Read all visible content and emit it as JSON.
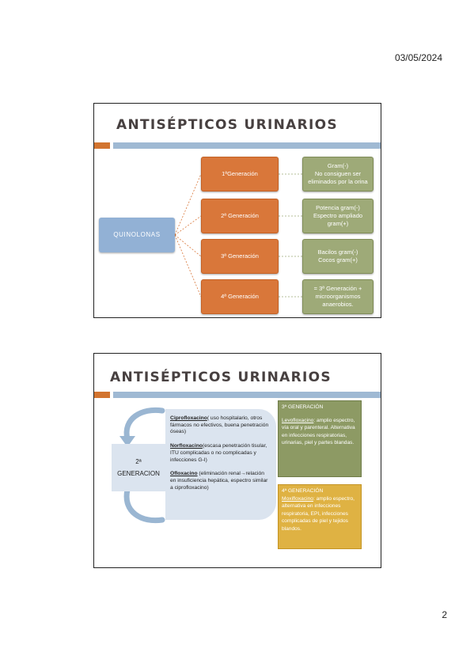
{
  "page": {
    "date": "03/05/2024",
    "number": "2"
  },
  "slide1": {
    "title": "ANTISÉPTICOS URINARIOS",
    "root": "QUINOLONAS",
    "generations": [
      "1ªGeneración",
      "2ª Generación",
      "3ª Generación",
      "4ª Generación"
    ],
    "descriptions": [
      [
        "Gram(-)",
        "No consiguen ser eliminados por la orina"
      ],
      [
        "Potencia gram(-)",
        "Espectro ampliado gram(+)"
      ],
      [
        "Bacilos gram(-)",
        "Cocos gram(+)"
      ],
      [
        "= 3ª Generación + microorganismos anaerobios."
      ]
    ],
    "colors": {
      "root": "#92b1d5",
      "generation": "#d9773a",
      "description": "#9eaa78"
    }
  },
  "slide2": {
    "title": "ANTISÉPTICOS URINARIOS",
    "generation_label": {
      "number": "2ª",
      "word": "GENERACION"
    },
    "drugs": [
      {
        "name": "Ciprofloxacino",
        "text": "( uso hospitalario, otros fármacos no efectivos, buena penetración óseas)"
      },
      {
        "name": "Norfloxacino",
        "text": "(escasa penetración tisular, ITU complicadas o no complicadas y infecciones G-I)"
      },
      {
        "name": "Ofloxacino",
        "text": " (eliminación renal→relación en insuficiencia hepática, espectro similar a ciprofloxacino)"
      }
    ],
    "third_gen": {
      "title": "3ª GENERACIÓN",
      "drug": "Levofloxacino",
      "text": ": amplio espectro, vía oral y parenteral. Alternativa en infecciones respiratorias, urinarias, piel y partes blandas."
    },
    "fourth_gen": {
      "title": "4ª GENERACIÓN",
      "drug": "Moxifloxacino",
      "text": ": amplio espectro, alternativa en infecciones respiratoria, EPI, infecciones complicadas de piel y tejidos blandos."
    },
    "colors": {
      "panel": "#dbe4ef",
      "third": "#8d9a64",
      "fourth": "#dfb243",
      "arrow": "#9ab6d2"
    }
  }
}
